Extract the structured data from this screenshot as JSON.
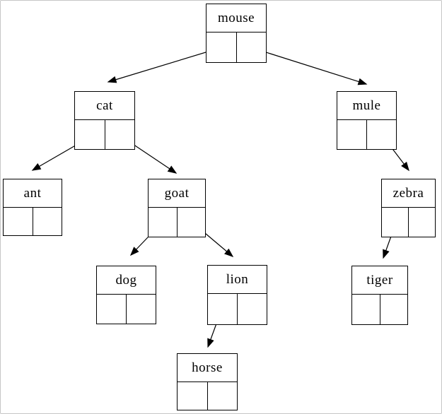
{
  "diagram": {
    "type": "binary-tree",
    "root": "mouse",
    "nodes": [
      {
        "id": "mouse",
        "label": "mouse",
        "left_child": "cat",
        "right_child": "mule"
      },
      {
        "id": "cat",
        "label": "cat",
        "left_child": "ant",
        "right_child": "goat"
      },
      {
        "id": "mule",
        "label": "mule",
        "left_child": null,
        "right_child": "zebra"
      },
      {
        "id": "ant",
        "label": "ant",
        "left_child": null,
        "right_child": null
      },
      {
        "id": "goat",
        "label": "goat",
        "left_child": "dog",
        "right_child": "lion"
      },
      {
        "id": "zebra",
        "label": "zebra",
        "left_child": "tiger",
        "right_child": null
      },
      {
        "id": "dog",
        "label": "dog",
        "left_child": null,
        "right_child": null
      },
      {
        "id": "lion",
        "label": "lion",
        "left_child": "horse",
        "right_child": null
      },
      {
        "id": "tiger",
        "label": "tiger",
        "left_child": null,
        "right_child": null
      },
      {
        "id": "horse",
        "label": "horse",
        "left_child": null,
        "right_child": null
      }
    ],
    "colors": {
      "line": "#000000",
      "background": "#ffffff",
      "frame_border": "#c6c6c6"
    }
  }
}
